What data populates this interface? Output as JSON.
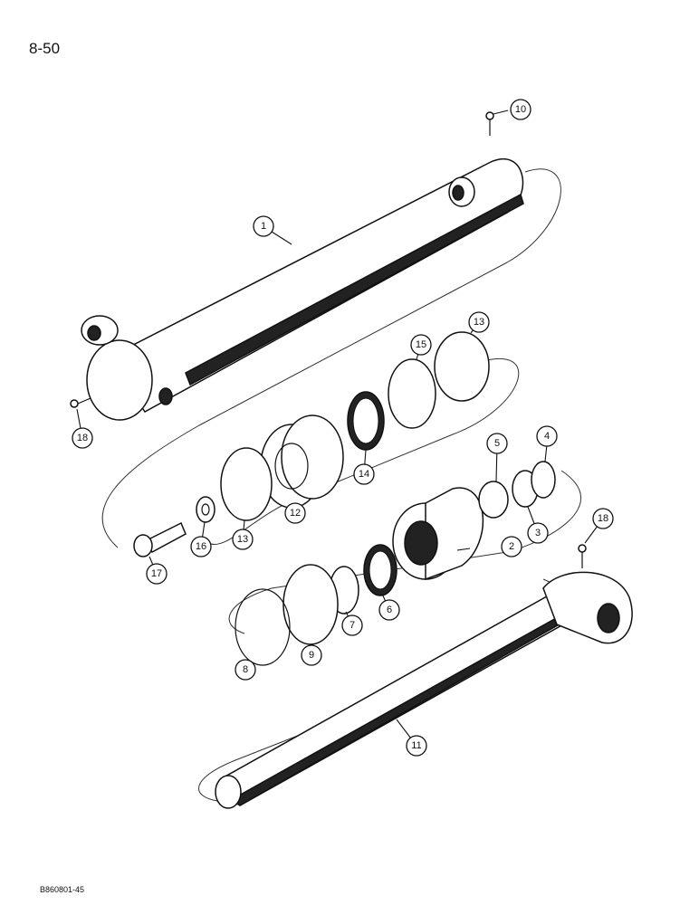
{
  "page": {
    "page_number": "8-50",
    "footer_code": "B860801-45"
  },
  "callouts": [
    {
      "id": "1",
      "label": "1"
    },
    {
      "id": "2",
      "label": "2"
    },
    {
      "id": "3",
      "label": "3"
    },
    {
      "id": "4",
      "label": "4"
    },
    {
      "id": "5",
      "label": "5"
    },
    {
      "id": "6",
      "label": "6"
    },
    {
      "id": "7",
      "label": "7"
    },
    {
      "id": "8",
      "label": "8"
    },
    {
      "id": "9",
      "label": "9"
    },
    {
      "id": "10",
      "label": "10"
    },
    {
      "id": "11",
      "label": "11"
    },
    {
      "id": "12",
      "label": "12"
    },
    {
      "id": "13a",
      "label": "13"
    },
    {
      "id": "13b",
      "label": "13"
    },
    {
      "id": "14",
      "label": "14"
    },
    {
      "id": "15",
      "label": "15"
    },
    {
      "id": "16",
      "label": "16"
    },
    {
      "id": "17",
      "label": "17"
    },
    {
      "id": "18a",
      "label": "18"
    },
    {
      "id": "18b",
      "label": "18"
    }
  ]
}
